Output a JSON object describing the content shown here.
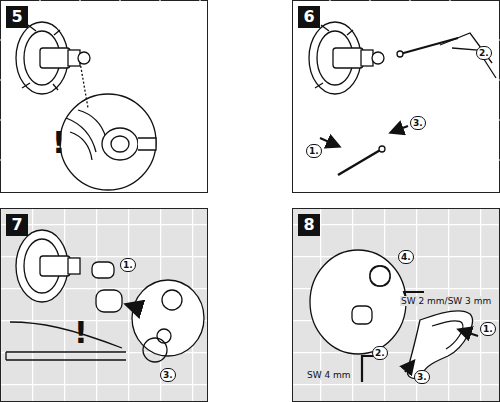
{
  "diagram": {
    "nodes": [
      {
        "text": [
          "5"
        ]
      },
      {
        "text": [
          "6"
        ]
      },
      {
        "text": [
          "7"
        ]
      },
      {
        "text": [
          "8"
        ]
      }
    ],
    "labels": [
      "!",
      "1.",
      "2.",
      "3.",
      "1.",
      "3.",
      "!",
      "4.",
      "1.",
      "SW 2 mm/SW 3 mm",
      "2.",
      "SW 4 mm",
      "3."
    ]
  }
}
